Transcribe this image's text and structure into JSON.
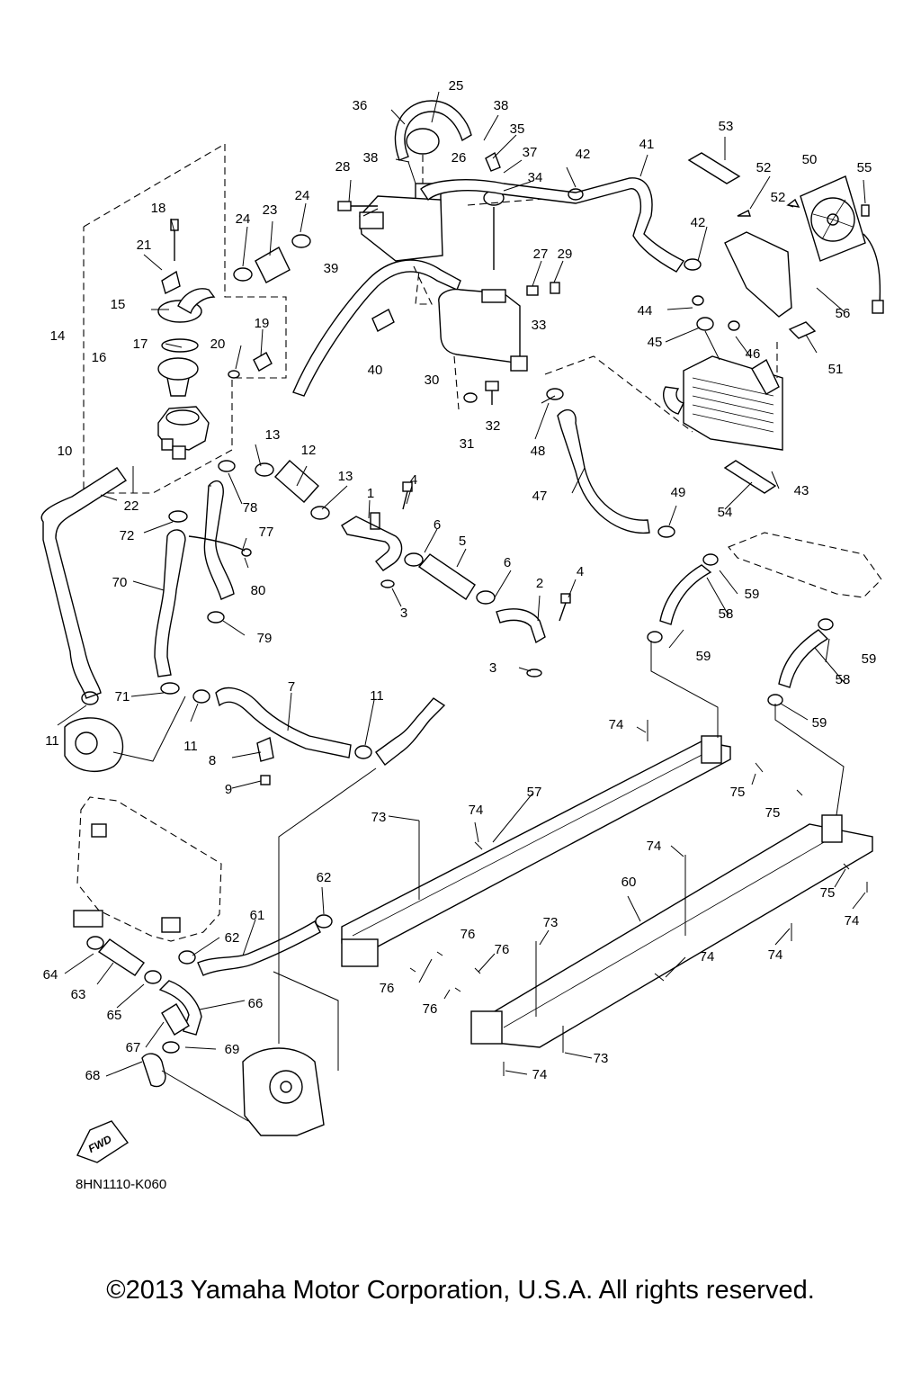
{
  "diagram": {
    "labels": [
      "1",
      "2",
      "3",
      "3",
      "4",
      "4",
      "5",
      "6",
      "6",
      "7",
      "8",
      "9",
      "10",
      "11",
      "11",
      "11",
      "12",
      "13",
      "13",
      "14",
      "15",
      "16",
      "17",
      "18",
      "19",
      "20",
      "21",
      "22",
      "23",
      "24",
      "24",
      "25",
      "26",
      "27",
      "28",
      "29",
      "30",
      "31",
      "32",
      "33",
      "34",
      "35",
      "36",
      "37",
      "38",
      "38",
      "39",
      "40",
      "41",
      "42",
      "42",
      "43",
      "44",
      "45",
      "46",
      "47",
      "48",
      "49",
      "50",
      "51",
      "52",
      "52",
      "53",
      "54",
      "55",
      "56",
      "57",
      "58",
      "58",
      "59",
      "59",
      "59",
      "59",
      "60",
      "61",
      "62",
      "62",
      "63",
      "64",
      "65",
      "66",
      "67",
      "68",
      "69",
      "70",
      "71",
      "72",
      "73",
      "73",
      "73",
      "74",
      "74",
      "74",
      "74",
      "74",
      "74",
      "74",
      "75",
      "75",
      "75",
      "76",
      "76",
      "76",
      "76",
      "77",
      "78",
      "79",
      "80"
    ],
    "fwd_label": "FWD",
    "diagram_code": "8HN1110-K060"
  },
  "footer": {
    "copyright": "©2013 Yamaha Motor Corporation, U.S.A. All rights reserved."
  }
}
